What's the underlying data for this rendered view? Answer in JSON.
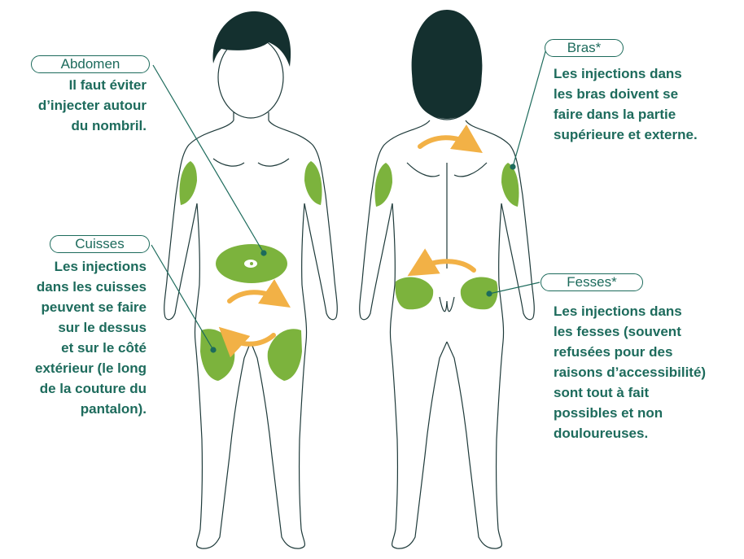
{
  "colors": {
    "teal": "#1d6b5c",
    "body_outline": "#1e3a3a",
    "hair": "#14302f",
    "zone_green": "#7cb33d",
    "arrow_orange": "#f2b146"
  },
  "icons": [
    "front-body-figure",
    "back-body-figure",
    "rotation-arrow-icon",
    "navel-icon"
  ],
  "labels": {
    "abdomen": {
      "title": "Abdomen",
      "lines": [
        "Il faut éviter",
        "d’injecter autour",
        "du nombril."
      ]
    },
    "cuisses": {
      "title": "Cuisses",
      "lines": [
        "Les injections",
        "dans les cuisses",
        "peuvent se faire",
        "sur le dessus",
        "et sur le côté",
        "extérieur (le long",
        "de la couture du",
        "pantalon)."
      ]
    },
    "bras": {
      "title": "Bras*",
      "lines": [
        "Les injections dans",
        "les bras doivent se",
        "faire dans la partie",
        "supérieure et externe."
      ]
    },
    "fesses": {
      "title": "Fesses*",
      "lines": [
        "Les injections dans",
        "les fesses (souvent",
        "refusées pour des",
        "raisons d’accessibilité)",
        "sont tout à fait",
        "possibles et non",
        "douloureuses."
      ]
    }
  }
}
